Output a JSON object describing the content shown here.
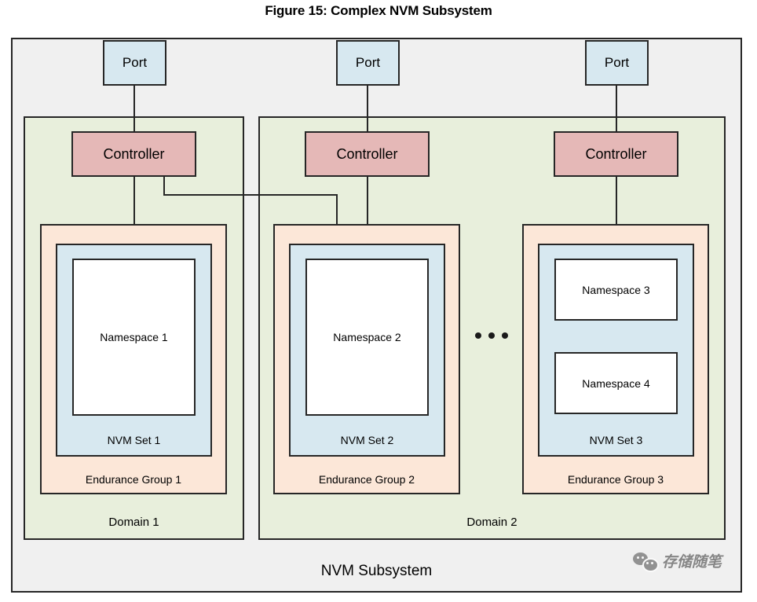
{
  "figure": {
    "title": "Figure 15: Complex NVM Subsystem"
  },
  "subsystem": {
    "label": "NVM Subsystem"
  },
  "ports": [
    {
      "label": "Port"
    },
    {
      "label": "Port"
    },
    {
      "label": "Port"
    }
  ],
  "controllers": [
    {
      "label": "Controller"
    },
    {
      "label": "Controller"
    },
    {
      "label": "Controller"
    }
  ],
  "domains": [
    {
      "label": "Domain 1"
    },
    {
      "label": "Domain 2"
    }
  ],
  "endurance_groups": [
    {
      "label": "Endurance Group 1"
    },
    {
      "label": "Endurance Group 2"
    },
    {
      "label": "Endurance Group 3"
    }
  ],
  "nvm_sets": [
    {
      "label": "NVM Set 1"
    },
    {
      "label": "NVM Set 2"
    },
    {
      "label": "NVM Set 3"
    }
  ],
  "namespaces": [
    {
      "label": "Namespace 1"
    },
    {
      "label": "Namespace 2"
    },
    {
      "label": "Namespace 3"
    },
    {
      "label": "Namespace 4"
    }
  ],
  "ellipsis": {
    "label": "..."
  },
  "watermark": {
    "text": "存储随笔",
    "icon": "wechat-icon"
  },
  "colors": {
    "subsystem_fill": "#f0f0f0",
    "domain_fill": "#e8efdc",
    "port_fill": "#d7e8f0",
    "controller_fill": "#e5b8b7",
    "endurance_group_fill": "#fce7d8",
    "nvm_set_fill": "#d7e8f0",
    "namespace_fill": "#ffffff",
    "stroke": "#262626"
  }
}
